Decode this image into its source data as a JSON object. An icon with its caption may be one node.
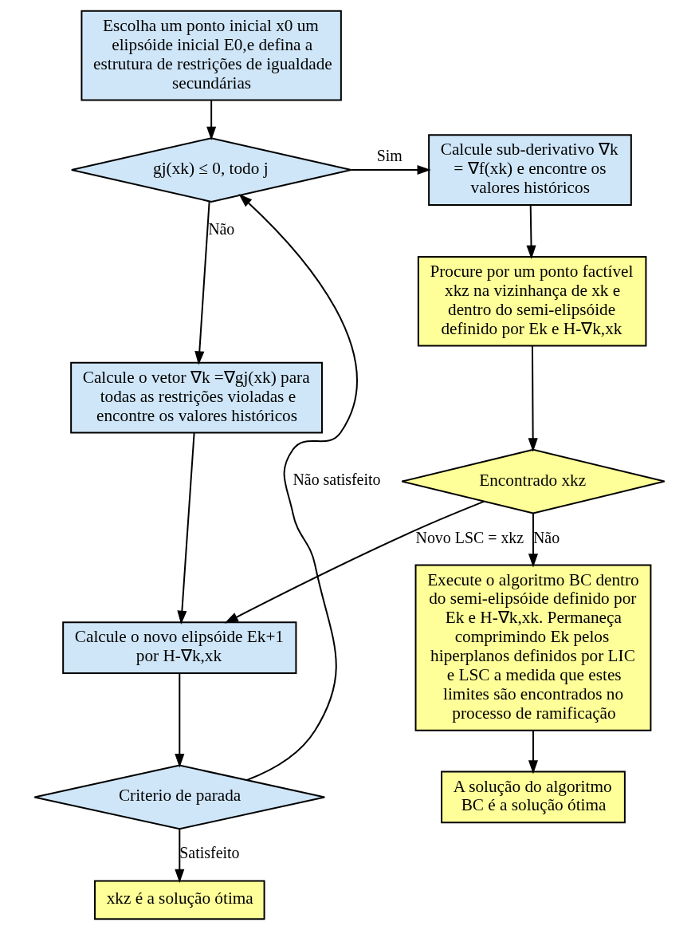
{
  "diagram": {
    "nodes": [
      {
        "text": [
          "Escolha um ponto inicial x0 um elipsóide inicial E0,e defina a estrutura de restrições de igualdade secundárias"
        ]
      },
      {
        "text": [
          "gj(xk) ≤ 0, todo j"
        ]
      },
      {
        "text": [
          "Calcule sub-derivativo ∇k = ∇f(xk) e encontre os valores históricos"
        ]
      },
      {
        "text": [
          "Calcule o vetor ∇k =∇gj(xk) para todas as restrições violadas e encontre os valores históricos"
        ]
      },
      {
        "text": [
          "Procure por um ponto factível xkz na vizinhança de xk e dentro do semi-elipsóide definido por Ek e H-∇k,xk"
        ]
      },
      {
        "text": [
          "Encontrado xkz"
        ]
      },
      {
        "text": [
          "Calcule o novo elipsóide Ek+1 por H-∇k,xk"
        ]
      },
      {
        "text": [
          "Criterio de parada"
        ]
      },
      {
        "text": [
          "Execute o algoritmo BC dentro do semi-elipsóide definido por Ek e H-∇k,xk. Permaneça comprimindo Ek pelos hiperplanos definidos por LIC e LSC a medida que estes limites são encontrados no processo de ramificação"
        ]
      },
      {
        "text": [
          "xkz é a solução ótima"
        ]
      },
      {
        "text": [
          "A solução do algoritmo BC é a solução ótima"
        ]
      }
    ],
    "edges": [
      {
        "from": 0,
        "to": 1,
        "arrow": "to"
      },
      {
        "from": 1,
        "to": 2,
        "arrow": "to",
        "label": "Sim"
      },
      {
        "from": 1,
        "to": 3,
        "arrow": "to",
        "label": "Não"
      },
      {
        "from": 2,
        "to": 4,
        "arrow": "to"
      },
      {
        "from": 4,
        "to": 5,
        "arrow": "to"
      },
      {
        "from": 3,
        "to": 6,
        "arrow": "to"
      },
      {
        "from": 5,
        "to": 6,
        "arrow": "to",
        "label": "Novo LSC = xkz"
      },
      {
        "from": 5,
        "to": 8,
        "arrow": "to",
        "label": "Não"
      },
      {
        "from": 6,
        "to": 7,
        "arrow": "to"
      },
      {
        "from": 7,
        "to": 1,
        "arrow": "to",
        "label": "Não satisfeito"
      },
      {
        "from": 7,
        "to": 9,
        "arrow": "to",
        "label": "Satisfeito"
      },
      {
        "from": 8,
        "to": 10,
        "arrow": "to"
      }
    ]
  }
}
